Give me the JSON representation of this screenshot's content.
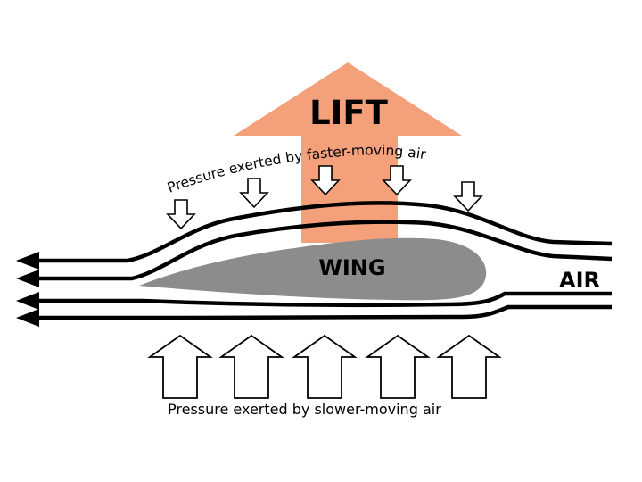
{
  "labels": {
    "lift": "LIFT",
    "wing": "WING",
    "air": "AIR",
    "top_pressure": "Pressure exerted by  faster-moving air",
    "bottom_pressure": "Pressure exerted by slower-moving air"
  },
  "colors": {
    "lift_arrow": "#F4A07A",
    "wing": "#8C8C8C",
    "stroke": "#000000",
    "background": "#FFFFFF"
  },
  "icons": {
    "flow_arrowhead": "left-arrow-icon",
    "small_pressure_arrow": "down-arrow-icon",
    "large_pressure_arrow": "up-arrow-icon"
  }
}
